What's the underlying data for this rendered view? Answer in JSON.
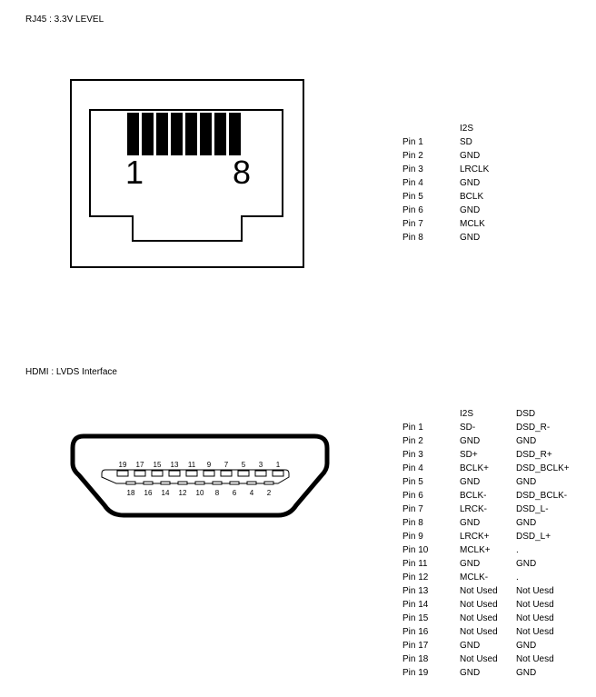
{
  "rj45": {
    "title": "RJ45 : 3.3V LEVEL",
    "pin1_label": "1",
    "pin8_label": "8",
    "table": {
      "header_i2s": "I2S",
      "rows": [
        {
          "pin": "Pin 1",
          "i2s": "SD"
        },
        {
          "pin": "Pin 2",
          "i2s": "GND"
        },
        {
          "pin": "Pin 3",
          "i2s": "LRCLK"
        },
        {
          "pin": "Pin 4",
          "i2s": "GND"
        },
        {
          "pin": "Pin 5",
          "i2s": "BCLK"
        },
        {
          "pin": "Pin 6",
          "i2s": "GND"
        },
        {
          "pin": "Pin 7",
          "i2s": "MCLK"
        },
        {
          "pin": "Pin 8",
          "i2s": "GND"
        }
      ]
    }
  },
  "hdmi": {
    "title": "HDMI : LVDS Interface",
    "top_pin_numbers": [
      "19",
      "17",
      "15",
      "13",
      "11",
      "9",
      "7",
      "5",
      "3",
      "1"
    ],
    "bottom_pin_numbers": [
      "18",
      "16",
      "14",
      "12",
      "10",
      "8",
      "6",
      "4",
      "2"
    ],
    "table": {
      "header_i2s": "I2S",
      "header_dsd": "DSD",
      "rows": [
        {
          "pin": "Pin 1",
          "i2s": "SD-",
          "dsd": "DSD_R-"
        },
        {
          "pin": "Pin 2",
          "i2s": "GND",
          "dsd": "GND"
        },
        {
          "pin": "Pin 3",
          "i2s": "SD+",
          "dsd": "DSD_R+"
        },
        {
          "pin": "Pin 4",
          "i2s": "BCLK+",
          "dsd": "DSD_BCLK+"
        },
        {
          "pin": "Pin 5",
          "i2s": "GND",
          "dsd": "GND"
        },
        {
          "pin": "Pin 6",
          "i2s": "BCLK-",
          "dsd": "DSD_BCLK-"
        },
        {
          "pin": "Pin 7",
          "i2s": "LRCK-",
          "dsd": "DSD_L-"
        },
        {
          "pin": "Pin 8",
          "i2s": "GND",
          "dsd": "GND"
        },
        {
          "pin": "Pin 9",
          "i2s": "LRCK+",
          "dsd": "DSD_L+"
        },
        {
          "pin": "Pin 10",
          "i2s": "MCLK+",
          "dsd": "."
        },
        {
          "pin": "Pin 11",
          "i2s": "GND",
          "dsd": "GND"
        },
        {
          "pin": "Pin 12",
          "i2s": "MCLK-",
          "dsd": "."
        },
        {
          "pin": "Pin 13",
          "i2s": "Not Used",
          "dsd": "Not Uesd"
        },
        {
          "pin": "Pin 14",
          "i2s": "Not Used",
          "dsd": "Not Uesd"
        },
        {
          "pin": "Pin 15",
          "i2s": "Not Used",
          "dsd": "Not Uesd"
        },
        {
          "pin": "Pin 16",
          "i2s": "Not Used",
          "dsd": "Not Uesd"
        },
        {
          "pin": "Pin 17",
          "i2s": "GND",
          "dsd": "GND"
        },
        {
          "pin": "Pin 18",
          "i2s": "Not Used",
          "dsd": "Not Uesd"
        },
        {
          "pin": "Pin 19",
          "i2s": "GND",
          "dsd": "GND"
        }
      ]
    }
  }
}
